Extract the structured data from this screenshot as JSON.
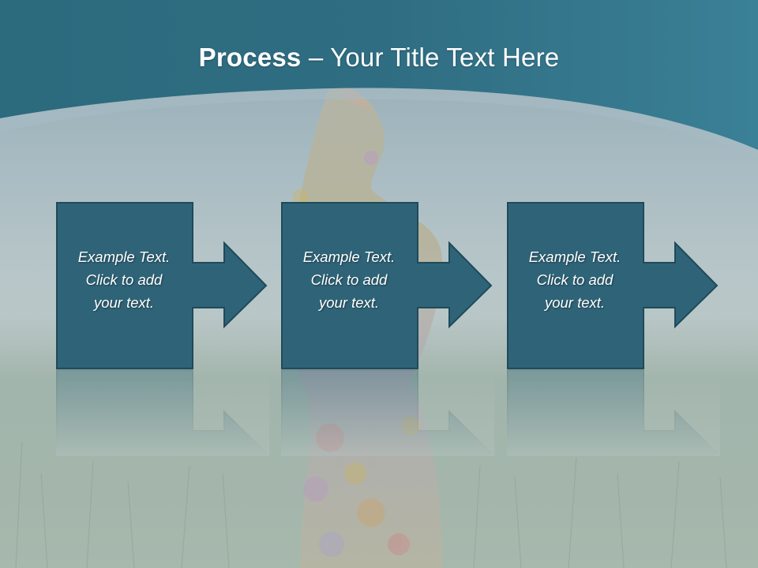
{
  "slide": {
    "title_bold": "Process",
    "title_rest": " – Your Title Text Here",
    "accent_color": "#2f6e82",
    "box_color": "#2f6478"
  },
  "steps": [
    {
      "line1": "Example Text.",
      "line2": "Click  to add",
      "line3": "your text."
    },
    {
      "line1": "Example Text.",
      "line2": "Click  to add",
      "line3": "your text."
    },
    {
      "line1": "Example Text.",
      "line2": "Click  to add",
      "line3": "your text."
    }
  ]
}
